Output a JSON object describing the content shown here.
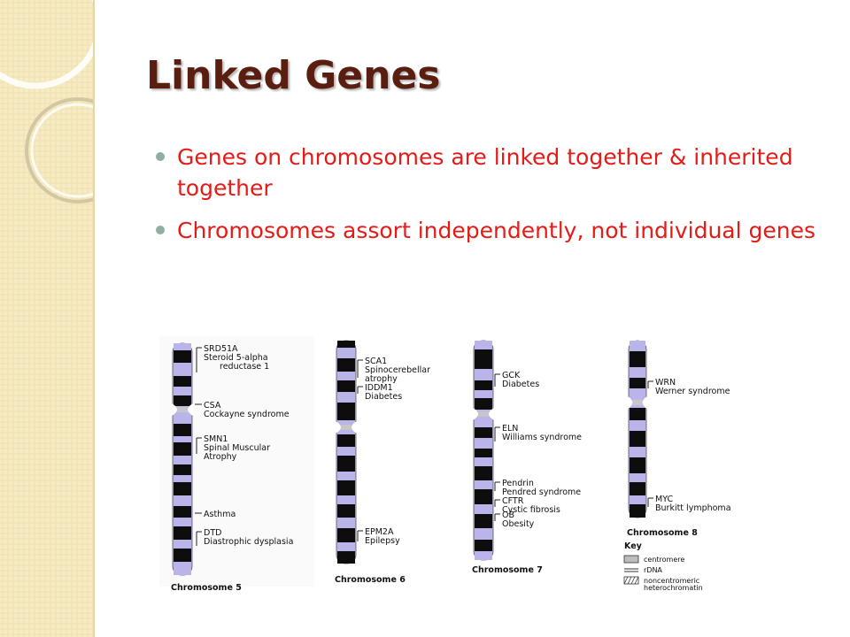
{
  "slide": {
    "title": "Linked Genes",
    "bullets": [
      "Genes on chromosomes are linked together & inherited together",
      "Chromosomes assort independently, not individual genes"
    ]
  },
  "colors": {
    "title": "#5a1e10",
    "bullet_text": "#e41b17",
    "bullet_dot": "#8fb0a0",
    "band_light": "#b9b4ea",
    "band_dark": "#0d0d0d",
    "left_strip": "#f6ebc4"
  },
  "diagram": {
    "chromosomes": [
      {
        "name": "Chromosome 5",
        "genes": [
          {
            "lines": [
              "SRD51A",
              "Steroid 5-alpha",
              "reductase 1"
            ]
          },
          {
            "lines": [
              "CSA",
              "Cockayne syndrome"
            ]
          },
          {
            "lines": [
              "SMN1",
              "Spinal Muscular",
              "Atrophy"
            ]
          },
          {
            "lines": [
              "Asthma"
            ]
          },
          {
            "lines": [
              "DTD",
              "Diastrophic dysplasia"
            ]
          }
        ]
      },
      {
        "name": "Chromosome 6",
        "genes": [
          {
            "lines": [
              "SCA1",
              "Spinocerebellar",
              "atrophy"
            ]
          },
          {
            "lines": [
              "IDDM1",
              "Diabetes"
            ]
          },
          {
            "lines": [
              "EPM2A",
              "Epilepsy"
            ]
          }
        ]
      },
      {
        "name": "Chromosome 7",
        "genes": [
          {
            "lines": [
              "GCK",
              "Diabetes"
            ]
          },
          {
            "lines": [
              "ELN",
              "Williams syndrome"
            ]
          },
          {
            "lines": [
              "Pendrin",
              "Pendred syndrome"
            ]
          },
          {
            "lines": [
              "CFTR",
              "Cystic fibrosis"
            ]
          },
          {
            "lines": [
              "OB",
              "Obesity"
            ]
          }
        ]
      },
      {
        "name": "Chromosome 8",
        "genes": [
          {
            "lines": [
              "WRN",
              "Werner syndrome"
            ]
          },
          {
            "lines": [
              "MYC",
              "Burkitt lymphoma"
            ]
          }
        ]
      }
    ],
    "key": {
      "title": "Key",
      "items": [
        {
          "label": [
            "centromere"
          ]
        },
        {
          "label": [
            "rDNA"
          ]
        },
        {
          "label": [
            "noncentromeric",
            "heterochromatin"
          ]
        }
      ]
    }
  }
}
